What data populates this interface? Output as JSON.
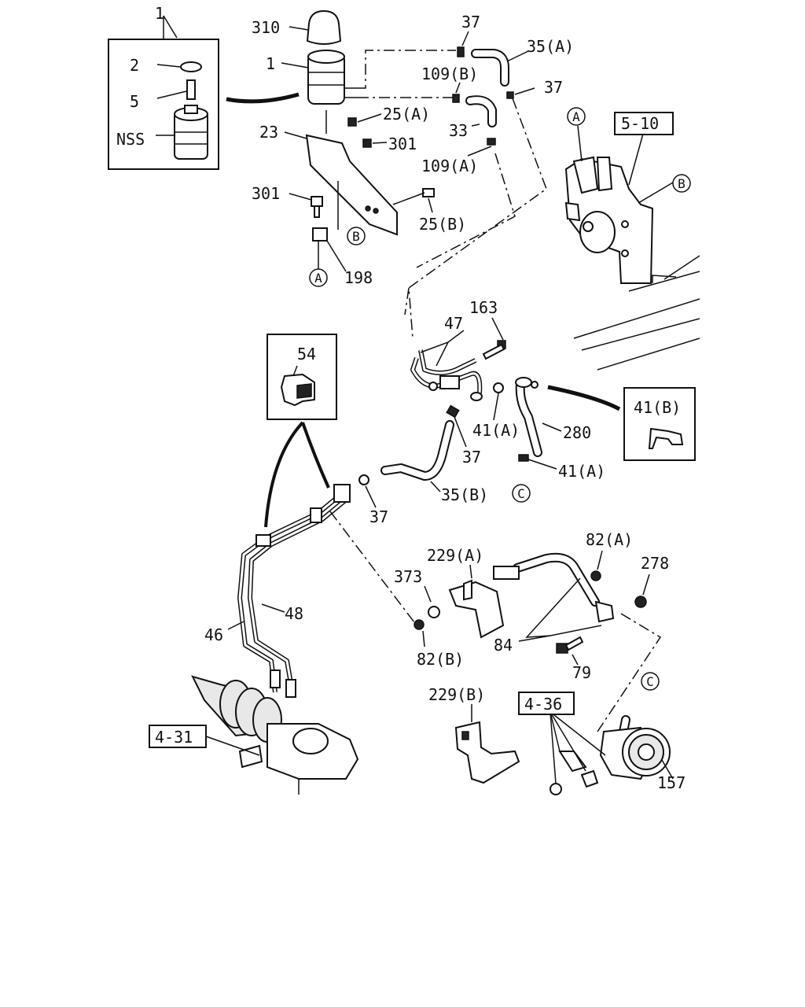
{
  "labels": {
    "l_1_top": "1",
    "l_2": "2",
    "l_5": "5",
    "l_nss": "NSS",
    "l_310": "310",
    "l_1": "1",
    "l_23": "23",
    "l_301_a": "301",
    "l_301_b": "301",
    "l_25a": "25(A)",
    "l_25b": "25(B)",
    "l_198": "198",
    "l_37_a": "37",
    "l_35a": "35(A)",
    "l_109b": "109(B)",
    "l_37_b": "37",
    "l_33": "33",
    "l_109a": "109(A)",
    "l_5_10": "5-10",
    "l_163": "163",
    "l_47": "47",
    "l_54": "54",
    "l_41a_1": "41(A)",
    "l_280": "280",
    "l_41b": "41(B)",
    "l_37_c": "37",
    "l_41a_2": "41(A)",
    "l_35b": "35(B)",
    "l_37_d": "37",
    "l_229a": "229(A)",
    "l_82a": "82(A)",
    "l_278": "278",
    "l_373": "373",
    "l_48": "48",
    "l_46": "46",
    "l_84": "84",
    "l_82b": "82(B)",
    "l_79": "79",
    "l_229b": "229(B)",
    "l_4_36": "4-36",
    "l_4_31": "4-31",
    "l_157": "157"
  },
  "callouts": {
    "a1": "A",
    "a2": "A",
    "b1": "B",
    "b2": "B",
    "c1": "C",
    "c2": "C"
  }
}
